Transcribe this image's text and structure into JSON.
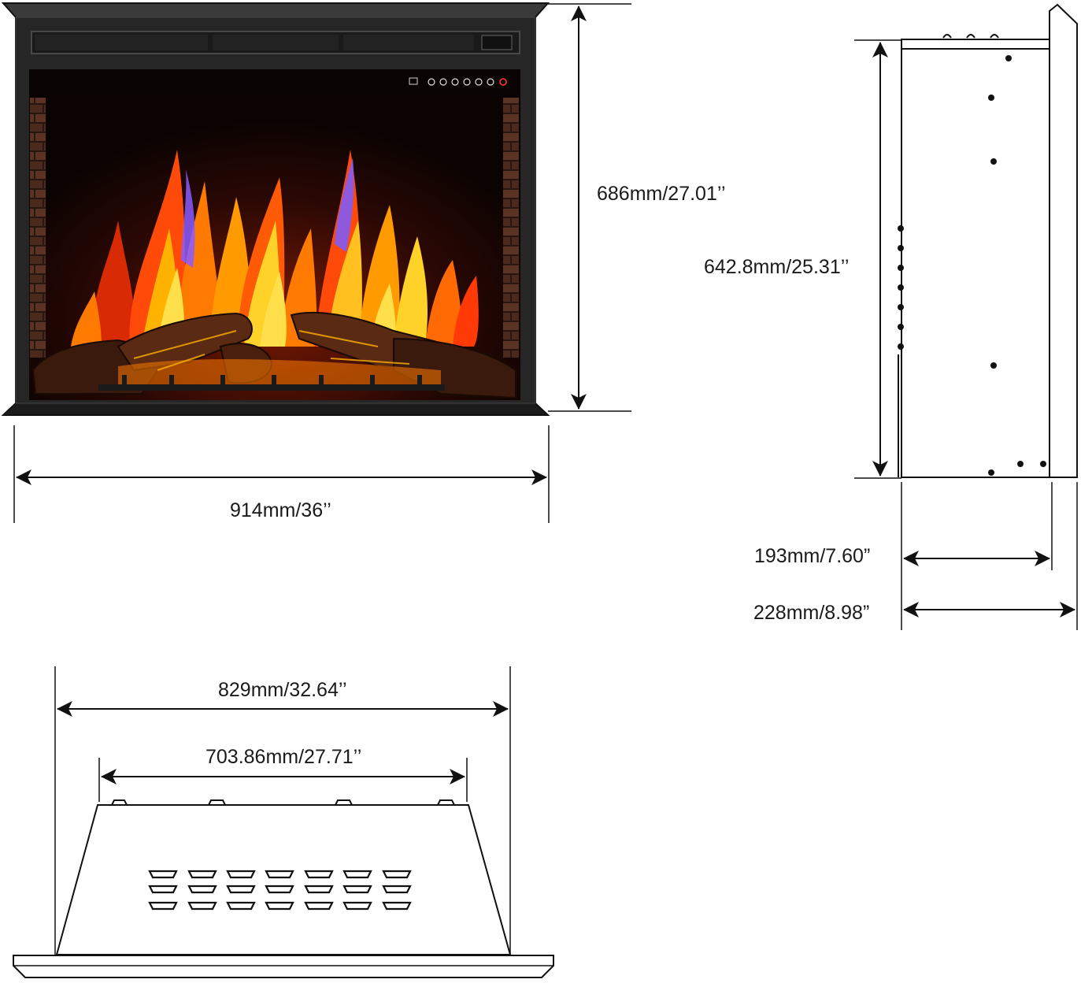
{
  "dimensions": {
    "front_width": "914mm/36’’",
    "front_height": "686mm/27.01’’",
    "side_height": "642.8mm/25.31’’",
    "side_depth_body": "193mm/7.60”",
    "side_depth_total": "228mm/8.98”",
    "top_width_outer": "829mm/32.64’’",
    "top_width_inner": "703.86mm/27.71’’"
  },
  "colors": {
    "frame": "#2b2b2b",
    "firebox": "#0d0503",
    "flame_orange": "#ff7a00",
    "flame_yellow": "#ffd22a",
    "flame_blue": "#7a5cff",
    "brick": "#4a2a1e",
    "line": "#111111"
  },
  "icons": [
    "power-icon",
    "timer-icon",
    "flame-icon",
    "heat-icon",
    "light-icon"
  ]
}
